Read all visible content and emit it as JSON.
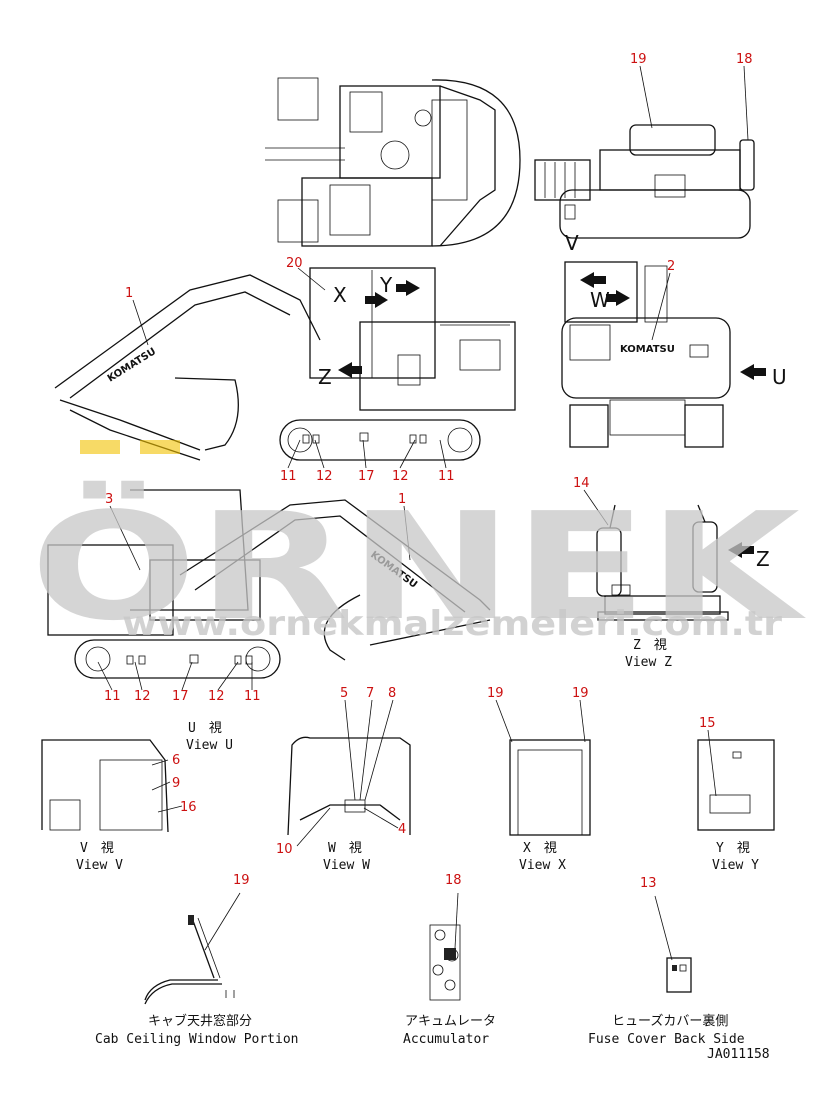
{
  "part_numbers": {
    "top_19": "19",
    "top_18": "18",
    "n20": "20",
    "n2": "2",
    "n1_top": "1",
    "n11_a": "11",
    "n12_a": "12",
    "n17_a": "17",
    "n12_b": "12",
    "n11_b": "11",
    "n14": "14",
    "n3": "3",
    "n1_mid": "1",
    "n11_c": "11",
    "n12_c": "12",
    "n17_b": "17",
    "n12_d": "12",
    "n11_d": "11",
    "n5": "5",
    "n7": "7",
    "n8": "8",
    "n19_x1": "19",
    "n19_x2": "19",
    "n15": "15",
    "n6": "6",
    "n9": "9",
    "n16": "16",
    "n10": "10",
    "n4": "4",
    "n19_cab": "19",
    "n18_acc": "18",
    "n13": "13"
  },
  "view_letters": {
    "v": "V",
    "w": "W",
    "u": "U",
    "x": "X",
    "y": "Y",
    "z_side": "Z",
    "z_detail": "Z"
  },
  "captions": {
    "z_view_jp": "Z　視",
    "z_view_en": "View Z",
    "u_view_jp": "U　視",
    "u_view_en": "View U",
    "v_view_jp": "V　視",
    "v_view_en": "View V",
    "w_view_jp": "W　視",
    "w_view_en": "View W",
    "x_view_jp": "X　視",
    "x_view_en": "View X",
    "y_view_jp": "Y　視",
    "y_view_en": "View Y",
    "cab_jp": "キャブ天井窓部分",
    "cab_en": "Cab Ceiling Window Portion",
    "acc_jp": "アキュムレータ",
    "acc_en": "Accumulator",
    "fuse_jp": "ヒューズカバー裏側",
    "fuse_en": "Fuse Cover Back Side"
  },
  "drawing_code": "JA011158",
  "decals": {
    "brand_top": "KOMATSU",
    "brand_mid": "KOMATSU",
    "brand_rear": "KOMATSU"
  },
  "watermark": {
    "big": "ÖRNEK",
    "url": "www.ornekmalzemeleri.com.tr"
  },
  "colors": {
    "callout": "#cc1111",
    "watermark": "#c8c8c8",
    "watermark_accent": "#f2c200",
    "line": "#111111"
  }
}
